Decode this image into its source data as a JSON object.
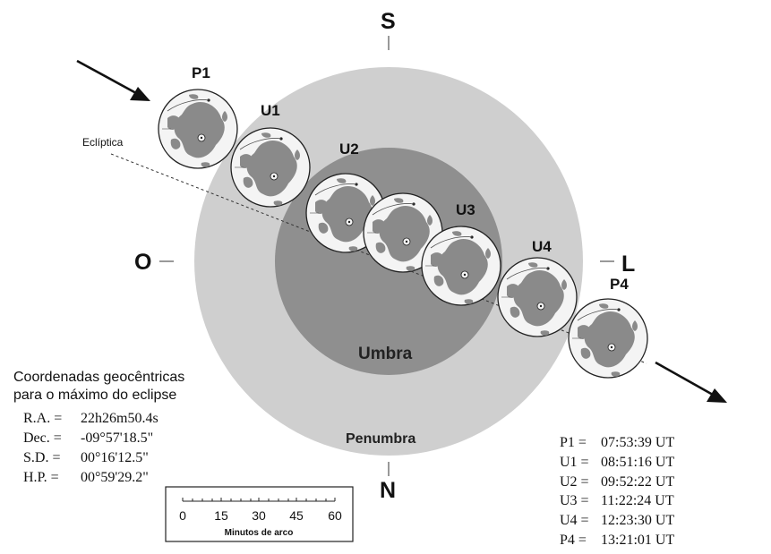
{
  "directions": {
    "south": "S",
    "north": "N",
    "west": "O",
    "east": "L"
  },
  "labels": {
    "ecliptic": "Eclíptica",
    "umbra": "Umbra",
    "penumbra": "Penumbra"
  },
  "phases": [
    {
      "id": "p1",
      "label": "P1"
    },
    {
      "id": "u1",
      "label": "U1"
    },
    {
      "id": "u2",
      "label": "U2"
    },
    {
      "id": "u3",
      "label": "U3"
    },
    {
      "id": "u4",
      "label": "U4"
    },
    {
      "id": "p4",
      "label": "P4"
    }
  ],
  "coordinates": {
    "title_line1": "Coordenadas geocêntricas",
    "title_line2": "para o máximo do eclipse",
    "rows": [
      {
        "label": "R.A. =",
        "value": "22h26m50.4s"
      },
      {
        "label": "Dec. =",
        "value": "-09°57'18.5\""
      },
      {
        "label": "S.D. =",
        "value": "00°16'12.5\""
      },
      {
        "label": "H.P. =",
        "value": "00°59'29.2\""
      }
    ]
  },
  "scale": {
    "ticks": [
      "0",
      "15",
      "30",
      "45",
      "60"
    ],
    "caption": "Minutos de arco"
  },
  "times": [
    {
      "label": "P1 =",
      "value": "07:53:39 UT"
    },
    {
      "label": "U1 =",
      "value": "08:51:16 UT"
    },
    {
      "label": "U2 =",
      "value": "09:52:22 UT"
    },
    {
      "label": "U3 =",
      "value": "11:22:24 UT"
    },
    {
      "label": "U4 =",
      "value": "12:23:30 UT"
    },
    {
      "label": "P4 =",
      "value": "13:21:01 UT"
    }
  ],
  "colors": {
    "penumbra": "#cfcfcf",
    "umbra": "#8f8f8f",
    "moon_disc": "#f4f4f4",
    "moon_maria": "#8a8a8a"
  }
}
